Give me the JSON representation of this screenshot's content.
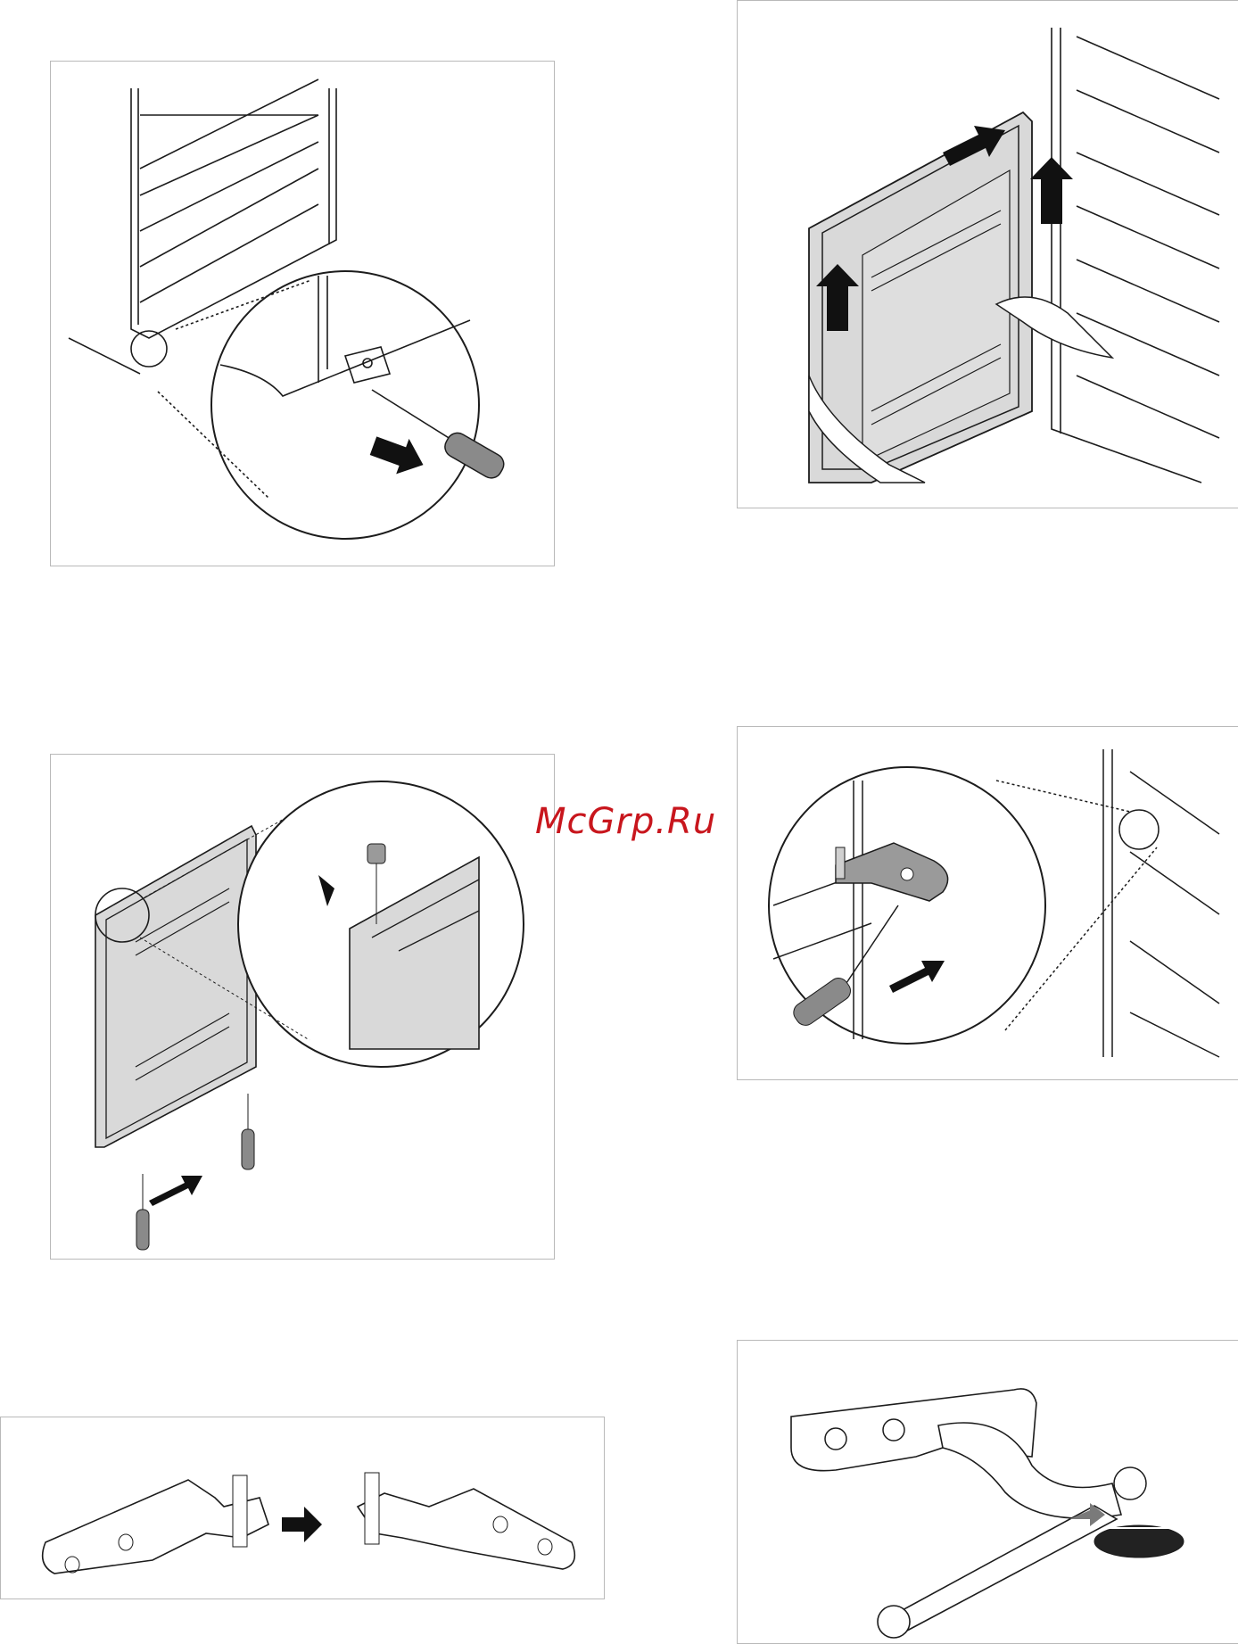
{
  "watermark": "McGrp.Ru",
  "figures": [
    {
      "id": "fig-remove-lower-hinge",
      "icon": "screwdriver-hinge-detail"
    },
    {
      "id": "fig-remove-door",
      "icon": "door-lift-arrows"
    },
    {
      "id": "fig-swap-door-pins",
      "icon": "door-pin-detail"
    },
    {
      "id": "fig-mount-top-hinge",
      "icon": "top-hinge-screw"
    },
    {
      "id": "fig-hinge-mirror",
      "icon": "hinge-flip-arrow"
    },
    {
      "id": "fig-adjust-foot",
      "icon": "wrench-foot"
    }
  ],
  "colors": {
    "line": "#1c1c1c",
    "fill_door": "#d9d9d9",
    "fill_dark": "#9a9a9a",
    "border": "#b9b9b9"
  }
}
